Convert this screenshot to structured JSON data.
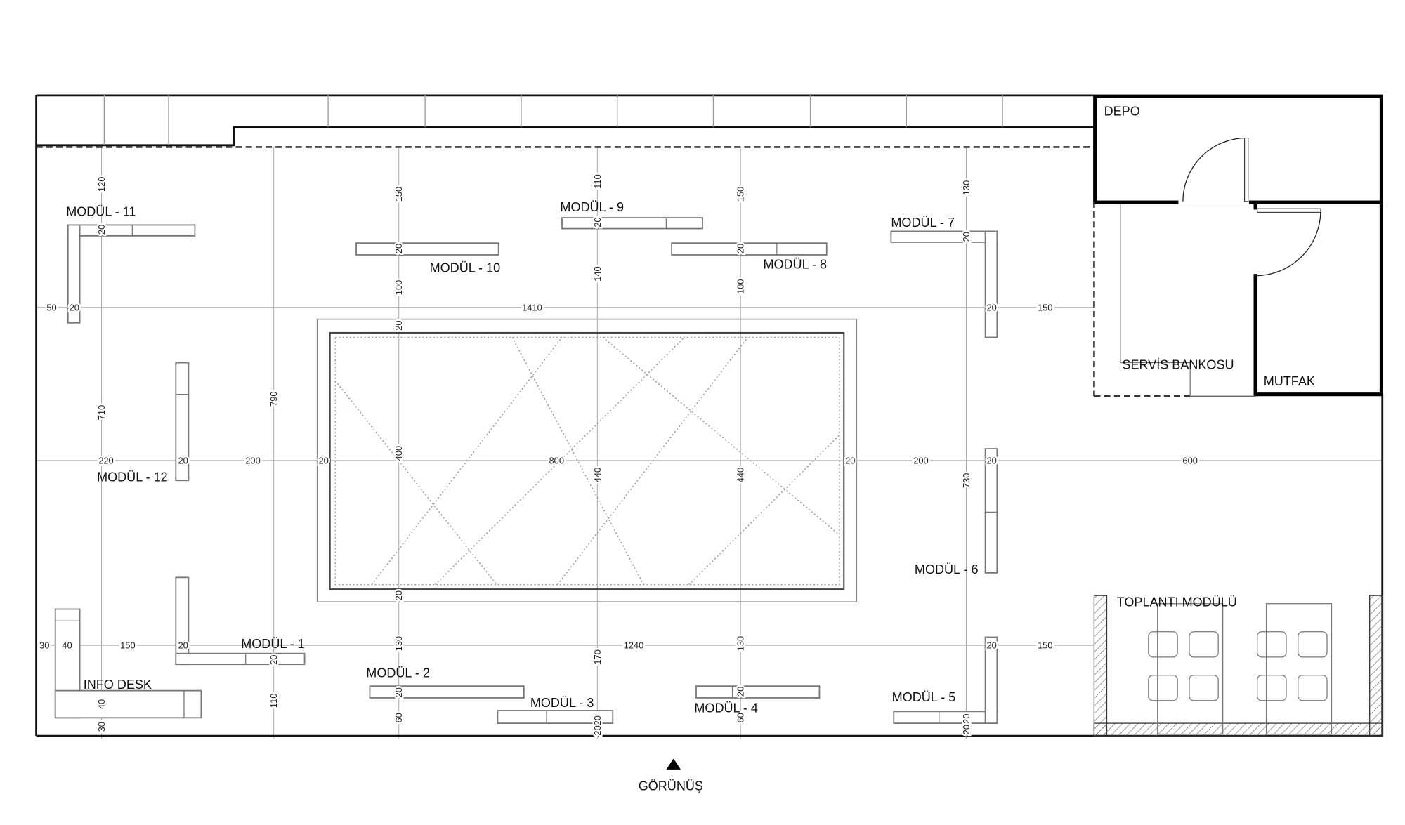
{
  "labels": {
    "modul_1": "MODÜL - 1",
    "modul_2": "MODÜL - 2",
    "modul_3": "MODÜL - 3",
    "modul_4": "MODÜL - 4",
    "modul_5": "MODÜL - 5",
    "modul_6": "MODÜL - 6",
    "modul_7": "MODÜL - 7",
    "modul_8": "MODÜL - 8",
    "modul_9": "MODÜL - 9",
    "modul_10": "MODÜL - 10",
    "modul_11": "MODÜL - 11",
    "modul_12": "MODÜL - 12",
    "info_desk": "INFO DESK",
    "depo": "DEPO",
    "servis_bankosu": "SERVİS BANKOSU",
    "mutfak": "MUTFAK",
    "toplanti_modulu": "TOPLANTI MODÜLÜ",
    "view_marker": "GÖRÜNÜŞ"
  },
  "dimensions": [
    "50",
    "20",
    "1410",
    "20",
    "150",
    "220",
    "20",
    "200",
    "20",
    "800",
    "20",
    "200",
    "20",
    "600",
    "30",
    "40",
    "150",
    "20",
    "1240",
    "20",
    "150",
    "120",
    "20",
    "710",
    "40",
    "30",
    "790",
    "110",
    "20",
    "150",
    "20",
    "100",
    "20",
    "400",
    "20",
    "130",
    "20",
    "60",
    "110",
    "20",
    "140",
    "440",
    "170",
    "20",
    "20",
    "150",
    "20",
    "100",
    "440",
    "130",
    "20",
    "60",
    "130",
    "20",
    "730",
    "20",
    "20"
  ]
}
